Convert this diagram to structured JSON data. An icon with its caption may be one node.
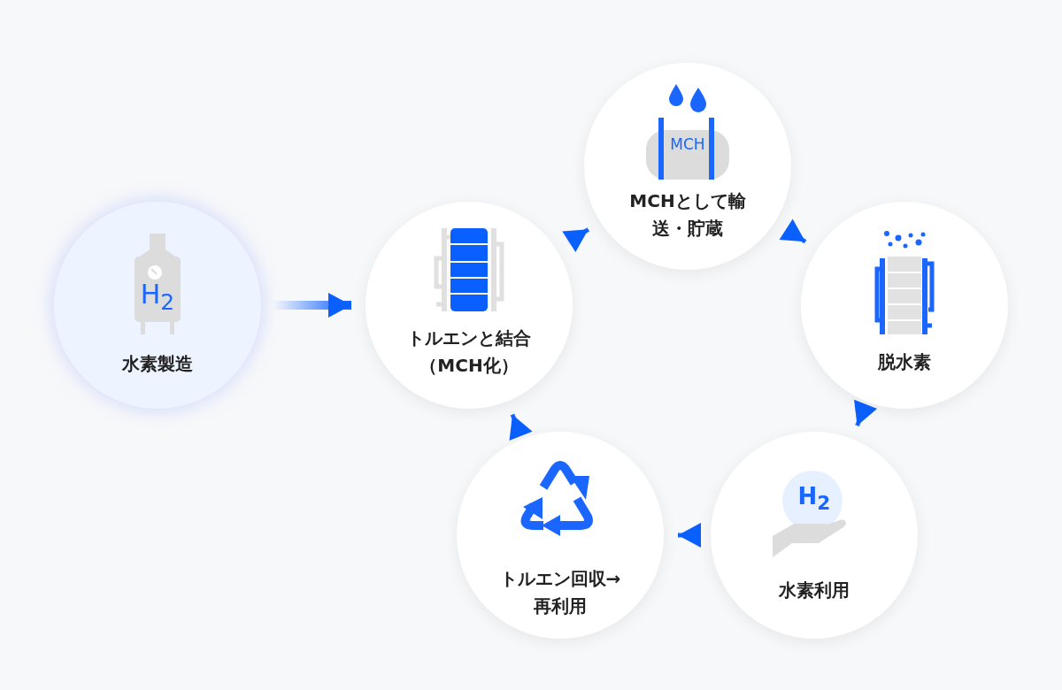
{
  "diagram": {
    "nodes": [
      {
        "text": [
          "H$_{2}$",
          "水素製造"
        ]
      },
      {
        "text": [
          "トルエンと結合（MCH化）"
        ]
      },
      {
        "text": [
          "MCH",
          "MCHとして輸送・貯蔵"
        ]
      },
      {
        "text": [
          "脱水素"
        ]
      },
      {
        "text": [
          "H$_{2}$",
          "水素利用"
        ]
      },
      {
        "text": [
          "トルエン回収→再利用"
        ]
      }
    ],
    "edges": [
      {
        "from": 0,
        "to": 1,
        "arrow": "to",
        "style": "thick"
      },
      {
        "from": 1,
        "to": 2,
        "arrow": "to"
      },
      {
        "from": 2,
        "to": 3,
        "arrow": "to"
      },
      {
        "from": 3,
        "to": 4,
        "arrow": "to"
      },
      {
        "from": 4,
        "to": 5,
        "arrow": "to"
      },
      {
        "from": 5,
        "to": 1,
        "arrow": "to"
      }
    ]
  }
}
